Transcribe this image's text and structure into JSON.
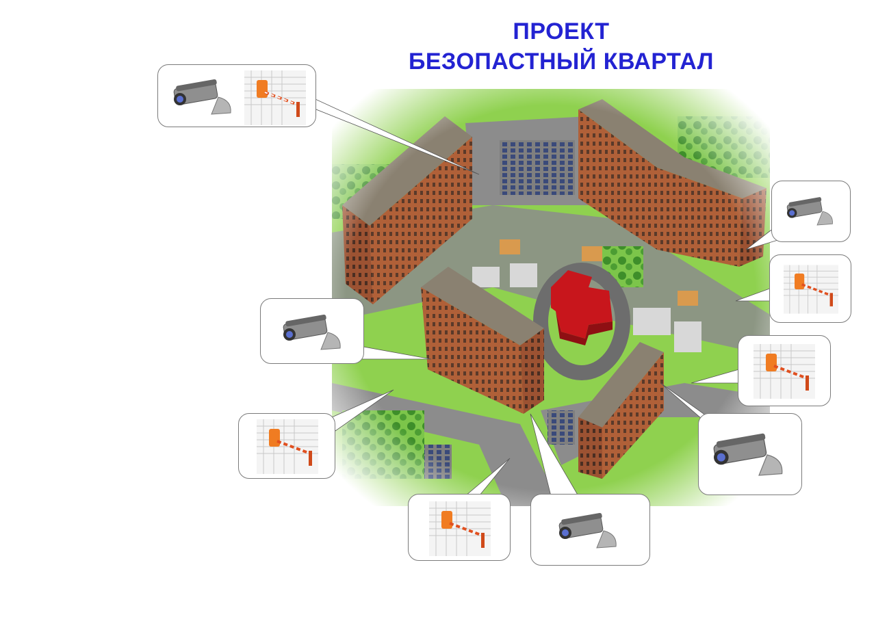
{
  "title": {
    "line1": "ПРОЕКТ",
    "line2": "БЕЗОПАСТНЫЙ КВАРТАЛ"
  },
  "colors": {
    "title": "#2323d2",
    "grass": "#8fd14f",
    "road": "#8c8c8c",
    "building_wall": "#b3643b",
    "building_roof": "#8a8171",
    "central_building": "#c8161c",
    "barrier_orange": "#f07c22"
  },
  "callouts": [
    {
      "id": "top-left",
      "icons": [
        "cctv-camera-icon",
        "barrier-gate-icon"
      ]
    },
    {
      "id": "right-upper",
      "icons": [
        "cctv-camera-icon"
      ]
    },
    {
      "id": "right-middle",
      "icons": [
        "barrier-gate-icon"
      ]
    },
    {
      "id": "left-middle",
      "icons": [
        "cctv-camera-icon"
      ]
    },
    {
      "id": "right-lower",
      "icons": [
        "barrier-gate-icon"
      ]
    },
    {
      "id": "left-lower",
      "icons": [
        "barrier-gate-icon"
      ]
    },
    {
      "id": "right-bottom",
      "icons": [
        "cctv-camera-icon"
      ]
    },
    {
      "id": "bottom-left",
      "icons": [
        "barrier-gate-icon"
      ]
    },
    {
      "id": "bottom-center",
      "icons": [
        "cctv-camera-icon"
      ]
    }
  ]
}
